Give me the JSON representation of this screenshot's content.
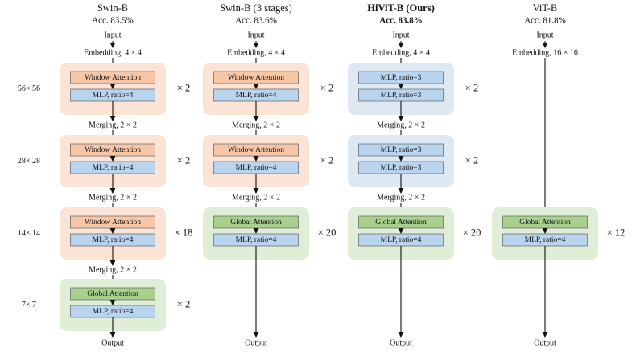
{
  "colors": {
    "swin_stage_bg": "#fbe3d5",
    "hivit_stage_bg": "#dde8f3",
    "global_stage_bg": "#e1eed7",
    "window_attention_fill": "#f7c6a7",
    "mlp_fill": "#b9d4ee",
    "global_attention_fill": "#a7d18c",
    "block_border": "#6e6e6e",
    "arrow": "#111111"
  },
  "resolutions": [
    "56× 56",
    "28× 28",
    "14× 14",
    "7× 7"
  ],
  "columns": [
    {
      "title": "Swin-B",
      "acc": "Acc. 83.5%",
      "title_bold": false,
      "input": "Input",
      "embedding": "Embedding, 4 × 4",
      "output": "Output",
      "stages": [
        {
          "style": "swin",
          "blocks": [
            {
              "kind": "window",
              "label": "Window Attention"
            },
            {
              "kind": "mlp",
              "label": "MLP, ratio=4"
            }
          ],
          "repeat": "× 2",
          "merge_after": "Merging, 2 × 2"
        },
        {
          "style": "swin",
          "blocks": [
            {
              "kind": "window",
              "label": "Window Attention"
            },
            {
              "kind": "mlp",
              "label": "MLP, ratio=4"
            }
          ],
          "repeat": "× 2",
          "merge_after": "Merging, 2 × 2"
        },
        {
          "style": "swin",
          "blocks": [
            {
              "kind": "window",
              "label": "Window Attention"
            },
            {
              "kind": "mlp",
              "label": "MLP, ratio=4"
            }
          ],
          "repeat": "× 18",
          "merge_after": "Merging, 2 × 2"
        },
        {
          "style": "global",
          "blocks": [
            {
              "kind": "global",
              "label": "Global Attention"
            },
            {
              "kind": "mlp",
              "label": "MLP, ratio=4"
            }
          ],
          "repeat": "× 2",
          "merge_after": ""
        }
      ]
    },
    {
      "title": "Swin-B (3 stages)",
      "acc": "Acc. 83.6%",
      "title_bold": false,
      "input": "Input",
      "embedding": "Embedding, 4 × 4",
      "output": "Output",
      "stages": [
        {
          "style": "swin",
          "blocks": [
            {
              "kind": "window",
              "label": "Window Attention"
            },
            {
              "kind": "mlp",
              "label": "MLP, ratio=4"
            }
          ],
          "repeat": "× 2",
          "merge_after": "Merging, 2 × 2"
        },
        {
          "style": "swin",
          "blocks": [
            {
              "kind": "window",
              "label": "Window Attention"
            },
            {
              "kind": "mlp",
              "label": "MLP, ratio=4"
            }
          ],
          "repeat": "× 2",
          "merge_after": "Merging, 2 × 2"
        },
        {
          "style": "global",
          "blocks": [
            {
              "kind": "global",
              "label": "Global Attention"
            },
            {
              "kind": "mlp",
              "label": "MLP, ratio=4"
            }
          ],
          "repeat": "× 20",
          "merge_after": ""
        }
      ]
    },
    {
      "title": "HiViT-B (Ours)",
      "acc": "Acc. 83.8%",
      "title_bold": true,
      "input": "Input",
      "embedding": "Embedding, 4 × 4",
      "output": "Output",
      "stages": [
        {
          "style": "hivit",
          "blocks": [
            {
              "kind": "mlp",
              "label": "MLP, ratio=3"
            },
            {
              "kind": "mlp",
              "label": "MLP, ratio=3"
            }
          ],
          "repeat": "× 2",
          "merge_after": "Merging, 2 × 2"
        },
        {
          "style": "hivit",
          "blocks": [
            {
              "kind": "mlp",
              "label": "MLP, ratio=3"
            },
            {
              "kind": "mlp",
              "label": "MLP, ratio=3"
            }
          ],
          "repeat": "× 2",
          "merge_after": "Merging, 2 × 2"
        },
        {
          "style": "global",
          "blocks": [
            {
              "kind": "global",
              "label": "Global Attention"
            },
            {
              "kind": "mlp",
              "label": "MLP, ratio=4"
            }
          ],
          "repeat": "× 20",
          "merge_after": ""
        }
      ]
    },
    {
      "title": "ViT-B",
      "acc": "Acc. 81.8%",
      "title_bold": false,
      "input": "Input",
      "embedding": "Embedding, 16 × 16",
      "output": "Output",
      "stages": [
        {
          "style": "global",
          "blocks": [
            {
              "kind": "global",
              "label": "Global Attention"
            },
            {
              "kind": "mlp",
              "label": "MLP, ratio=4"
            }
          ],
          "repeat": "× 12",
          "merge_after": ""
        }
      ]
    }
  ]
}
